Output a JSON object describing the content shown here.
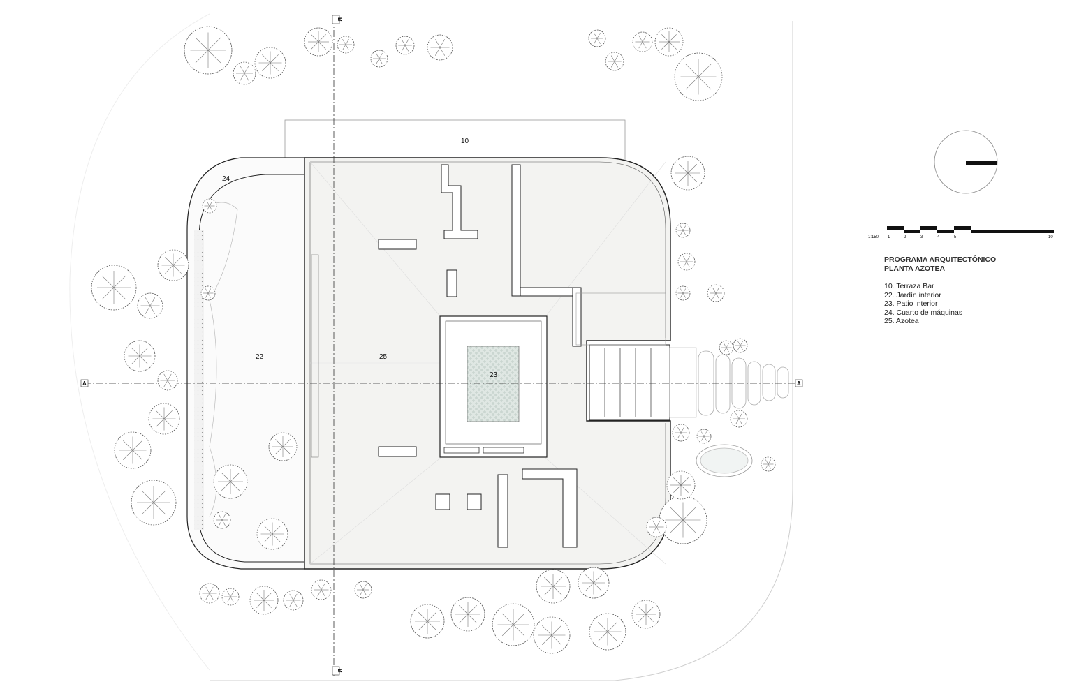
{
  "sheet": {
    "title_line1": "PROGRAMA ARQUITECTÓNICO",
    "title_line2": "PLANTA AZOTEA",
    "legend": [
      "10. Terraza Bar",
      "22. Jardín interior",
      "23. Patio interior",
      "24. Cuarto de máquinas",
      "25. Azotea"
    ]
  },
  "scale": {
    "ratio": "1:150",
    "ticks": [
      "1",
      "2",
      "3",
      "4",
      "5",
      "10"
    ]
  },
  "plan_labels": {
    "terraza": "10",
    "jardin": "22",
    "patio": "23",
    "cuarto": "24",
    "azotea": "25"
  },
  "sections": {
    "a": "A",
    "b": "B"
  },
  "colors": {
    "line": "#222222",
    "roof_fill": "#f3f3f1",
    "garden_fill": "#fbfbfb",
    "patio_fill": "#dde6e2"
  },
  "icons": [
    "north-arrow-icon",
    "tree-icon",
    "shrub-icon"
  ]
}
